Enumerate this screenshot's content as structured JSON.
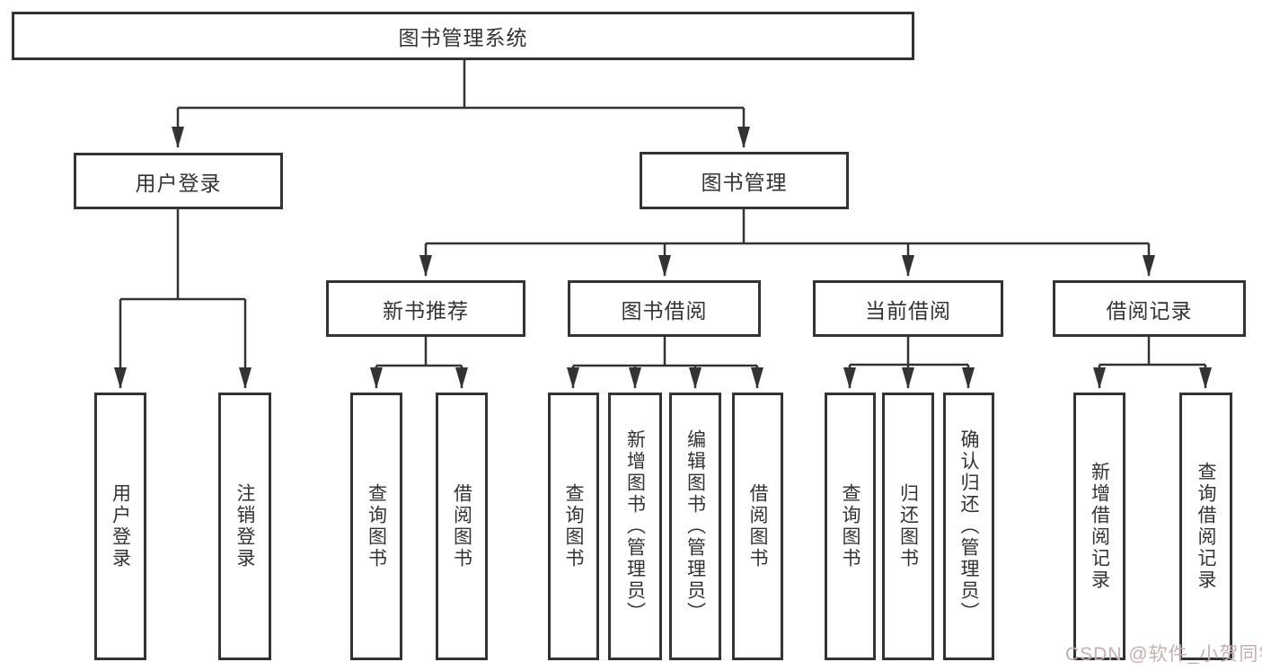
{
  "colors": {
    "line": "#333333",
    "text": "#333333",
    "background": "#ffffff"
  },
  "watermark": {
    "text": "CSDN @软件_小贺同学",
    "color": "#c4b0b0"
  },
  "diagram": {
    "root": {
      "label": "图书管理系统"
    },
    "branches": [
      {
        "label": "用户登录",
        "children": [
          {
            "label": "用户登录"
          },
          {
            "label": "注销登录"
          }
        ]
      },
      {
        "label": "图书管理",
        "children": [
          {
            "label": "新书推荐",
            "children": [
              {
                "label": "查询图书"
              },
              {
                "label": "借阅图书"
              }
            ]
          },
          {
            "label": "图书借阅",
            "children": [
              {
                "label": "查询图书"
              },
              {
                "label": "新增图书（管理员）"
              },
              {
                "label": "编辑图书（管理员）"
              },
              {
                "label": "借阅图书"
              }
            ]
          },
          {
            "label": "当前借阅",
            "children": [
              {
                "label": "查询图书"
              },
              {
                "label": "归还图书"
              },
              {
                "label": "确认归还（管理员）"
              }
            ]
          },
          {
            "label": "借阅记录",
            "children": [
              {
                "label": "新增借阅记录"
              },
              {
                "label": "查询借阅记录"
              }
            ]
          }
        ]
      }
    ]
  }
}
